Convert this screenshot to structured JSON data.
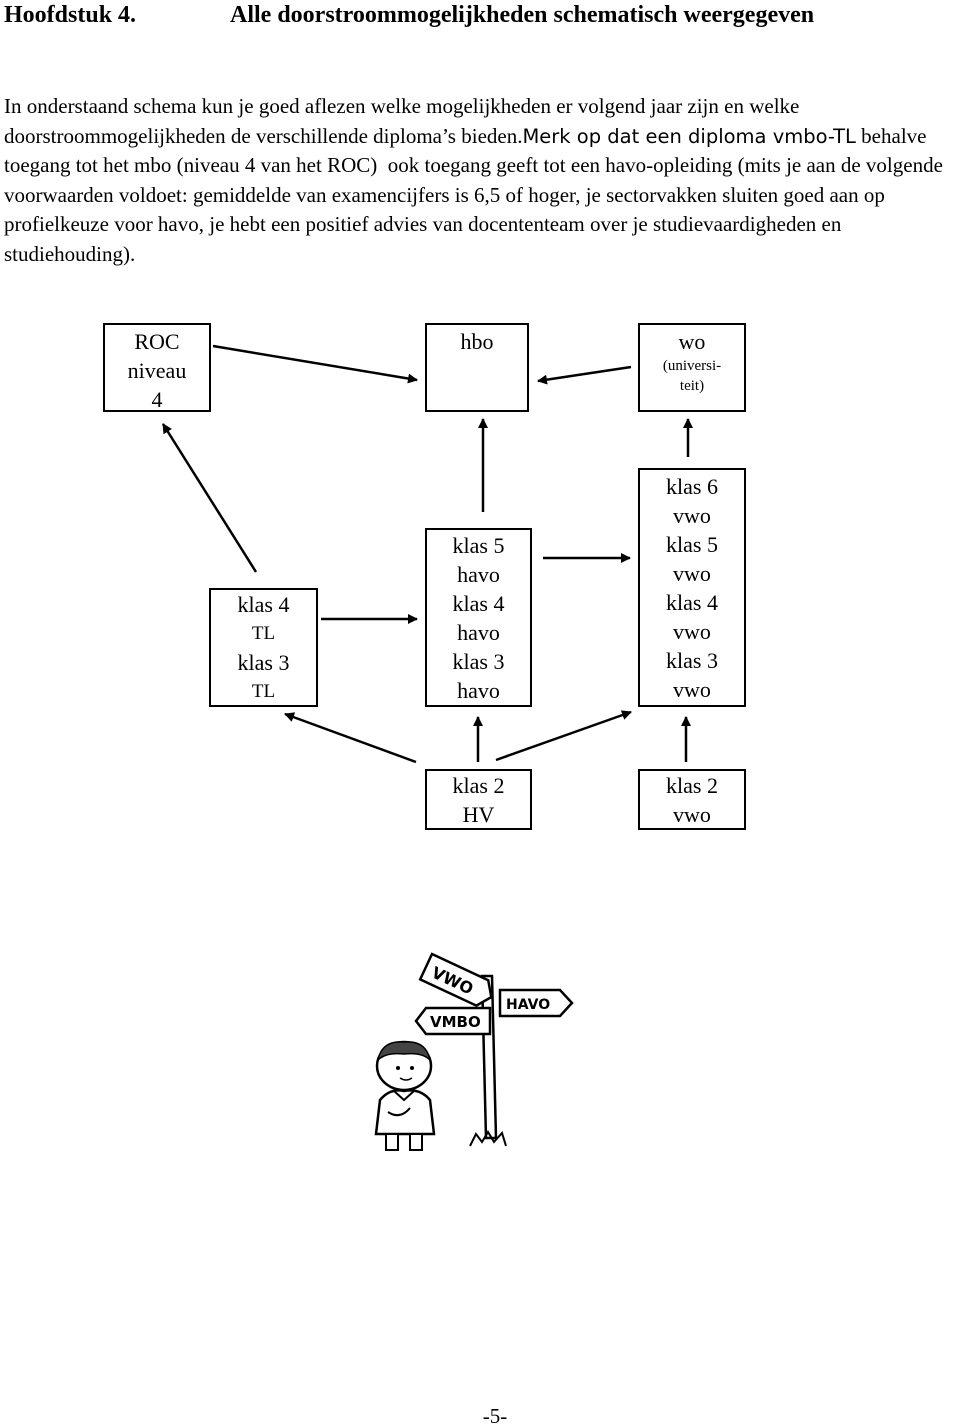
{
  "header": {
    "chapter": "Hoofdstuk 4.",
    "title": "Alle doorstroommogelijkheden schematisch weergegeven"
  },
  "intro": {
    "part1": "In onderstaand schema kun je goed aflezen welke mogelijkheden er volgend jaar zijn en welke doorstroommogelijkheden de verschillende diploma’s bieden.",
    "part2": " Merk op dat een diploma vmbo-TL behalve toegang tot het mbo (niveau 4 van het ROC)  ook toegang geeft tot een havo-opleiding (mits je aan de volgende voorwaarden voldoet: gemiddelde van examencijfers is 6,5 of hoger, je sectorvakken sluiten goed aan op profielkeuze voor havo, je hebt een positief advies van docententeam over je studievaardigheden en studiehouding)."
  },
  "diagram": {
    "roc": {
      "line1": "ROC",
      "line2": "niveau",
      "line3": "4"
    },
    "hbo": {
      "label": "hbo"
    },
    "wo": {
      "label": "wo",
      "sub1": "(universi-",
      "sub2": "teit)"
    },
    "tl": {
      "l1": "klas 4",
      "l2": "TL",
      "l3": "klas 3",
      "l4": "TL"
    },
    "havo": {
      "l1": "klas 5",
      "l2": "havo",
      "l3": "klas 4",
      "l4": "havo",
      "l5": "klas 3",
      "l6": "havo"
    },
    "vwo": {
      "l1": "klas 6",
      "l2": "vwo",
      "l3": "klas 5",
      "l4": "vwo",
      "l5": "klas 4",
      "l6": "vwo",
      "l7": "klas 3",
      "l8": "vwo"
    },
    "hv": {
      "l1": "klas 2",
      "l2": "HV"
    },
    "vwo2": {
      "l1": "klas 2",
      "l2": "vwo"
    }
  },
  "signpost": {
    "sign_top": "VWO",
    "sign_right": "HAVO",
    "sign_left": "VMBO"
  },
  "footer": {
    "page": "-5-"
  }
}
